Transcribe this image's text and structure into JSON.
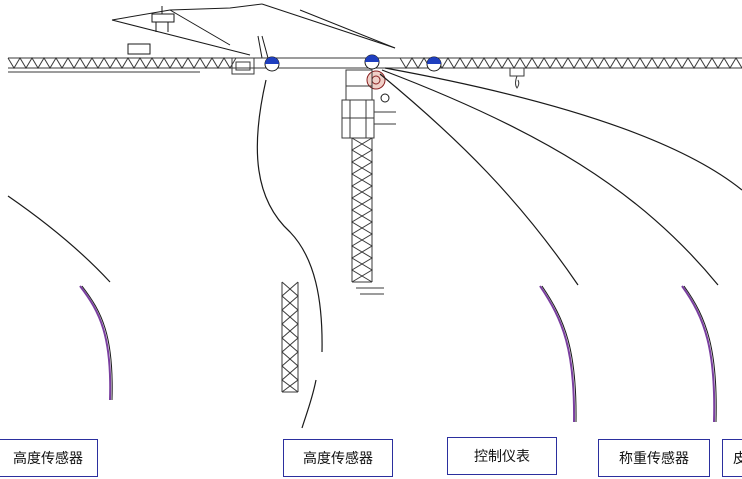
{
  "labels": {
    "left_sensor": "高度传感器",
    "height_sensor": "高度传感器",
    "control_instrument": "控制仪表",
    "weighing_sensor": "称重传感器",
    "right_partial": "皮"
  },
  "colors": {
    "line": "#1a1a1a",
    "lattice": "#3a3a3a",
    "roller": "#1f3fbf",
    "pulley": "#c0504d",
    "box_border": "#2b2f9e",
    "arc_shadow": "#7a3fa0"
  }
}
